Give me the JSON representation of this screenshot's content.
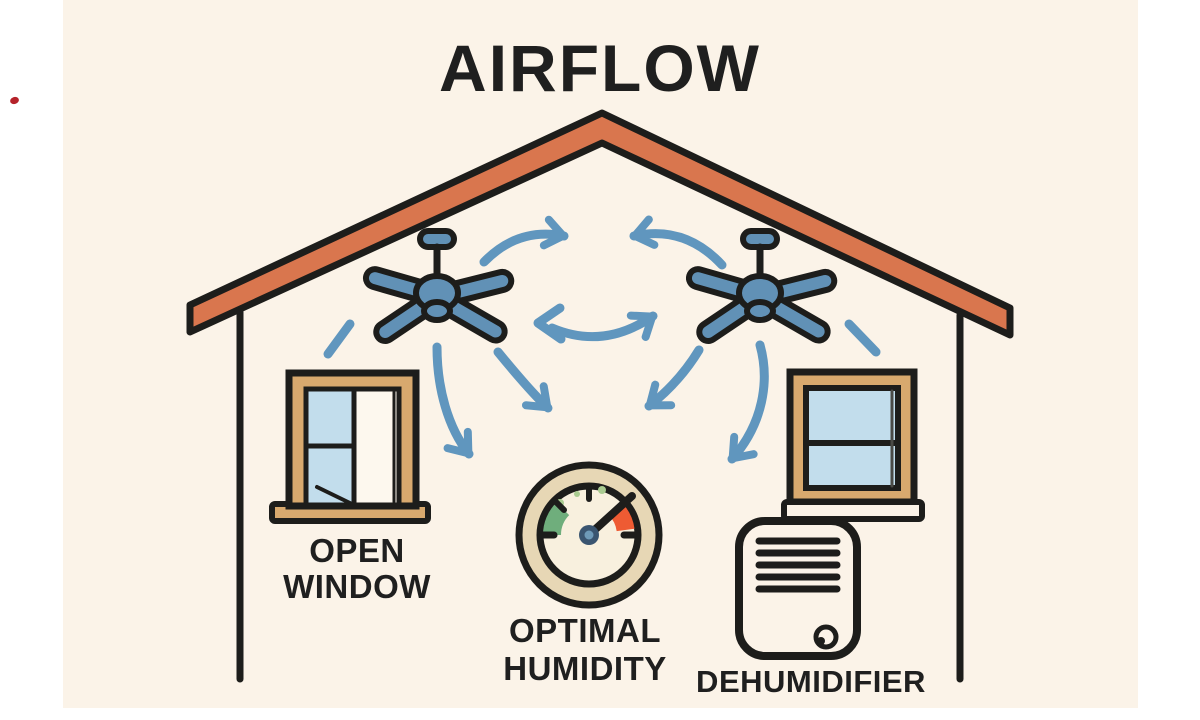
{
  "title": "AIRFLOW",
  "labels": {
    "open_window": {
      "line1": "OPEN",
      "line2": "WINDOW"
    },
    "optimal_humidity": {
      "line1": "OPTIMAL",
      "line2": "HUMIDITY"
    },
    "dehumidifier": "DEHUMIDIFIER"
  },
  "colors": {
    "page_white": "#FFFFFF",
    "canvas_cream": "#FBF3E8",
    "outline": "#1D1D1B",
    "text_dark": "#1F1F1F",
    "roof": "#D9764E",
    "fan_blue": "#6191B6",
    "arrow_blue": "#6096BE",
    "window_frame_tan": "#D8A96E",
    "glass_blue": "#C2DDEC",
    "gauge_ring_tan": "#E7D7B5",
    "gauge_face": "#F8F0DE",
    "gauge_green": "#6FAE7C",
    "gauge_green_light": "#A9CB90",
    "gauge_orange": "#EE5B33",
    "hub_navy": "#3A5570",
    "hub_blue": "#6E9AB8",
    "red_speck": "#B5222A"
  },
  "icons": {
    "ceiling-fan-icon": "four-blade ceiling fan",
    "open-window-icon": "casement window with one pane swung open",
    "closed-window-icon": "closed double-hung window",
    "humidity-gauge-icon": "dial gauge with green optimal zone and orange high zone",
    "dehumidifier-icon": "rounded appliance with vent slats and knob",
    "airflow-arrow-icon": "curved hand-drawn airflow arrow"
  }
}
